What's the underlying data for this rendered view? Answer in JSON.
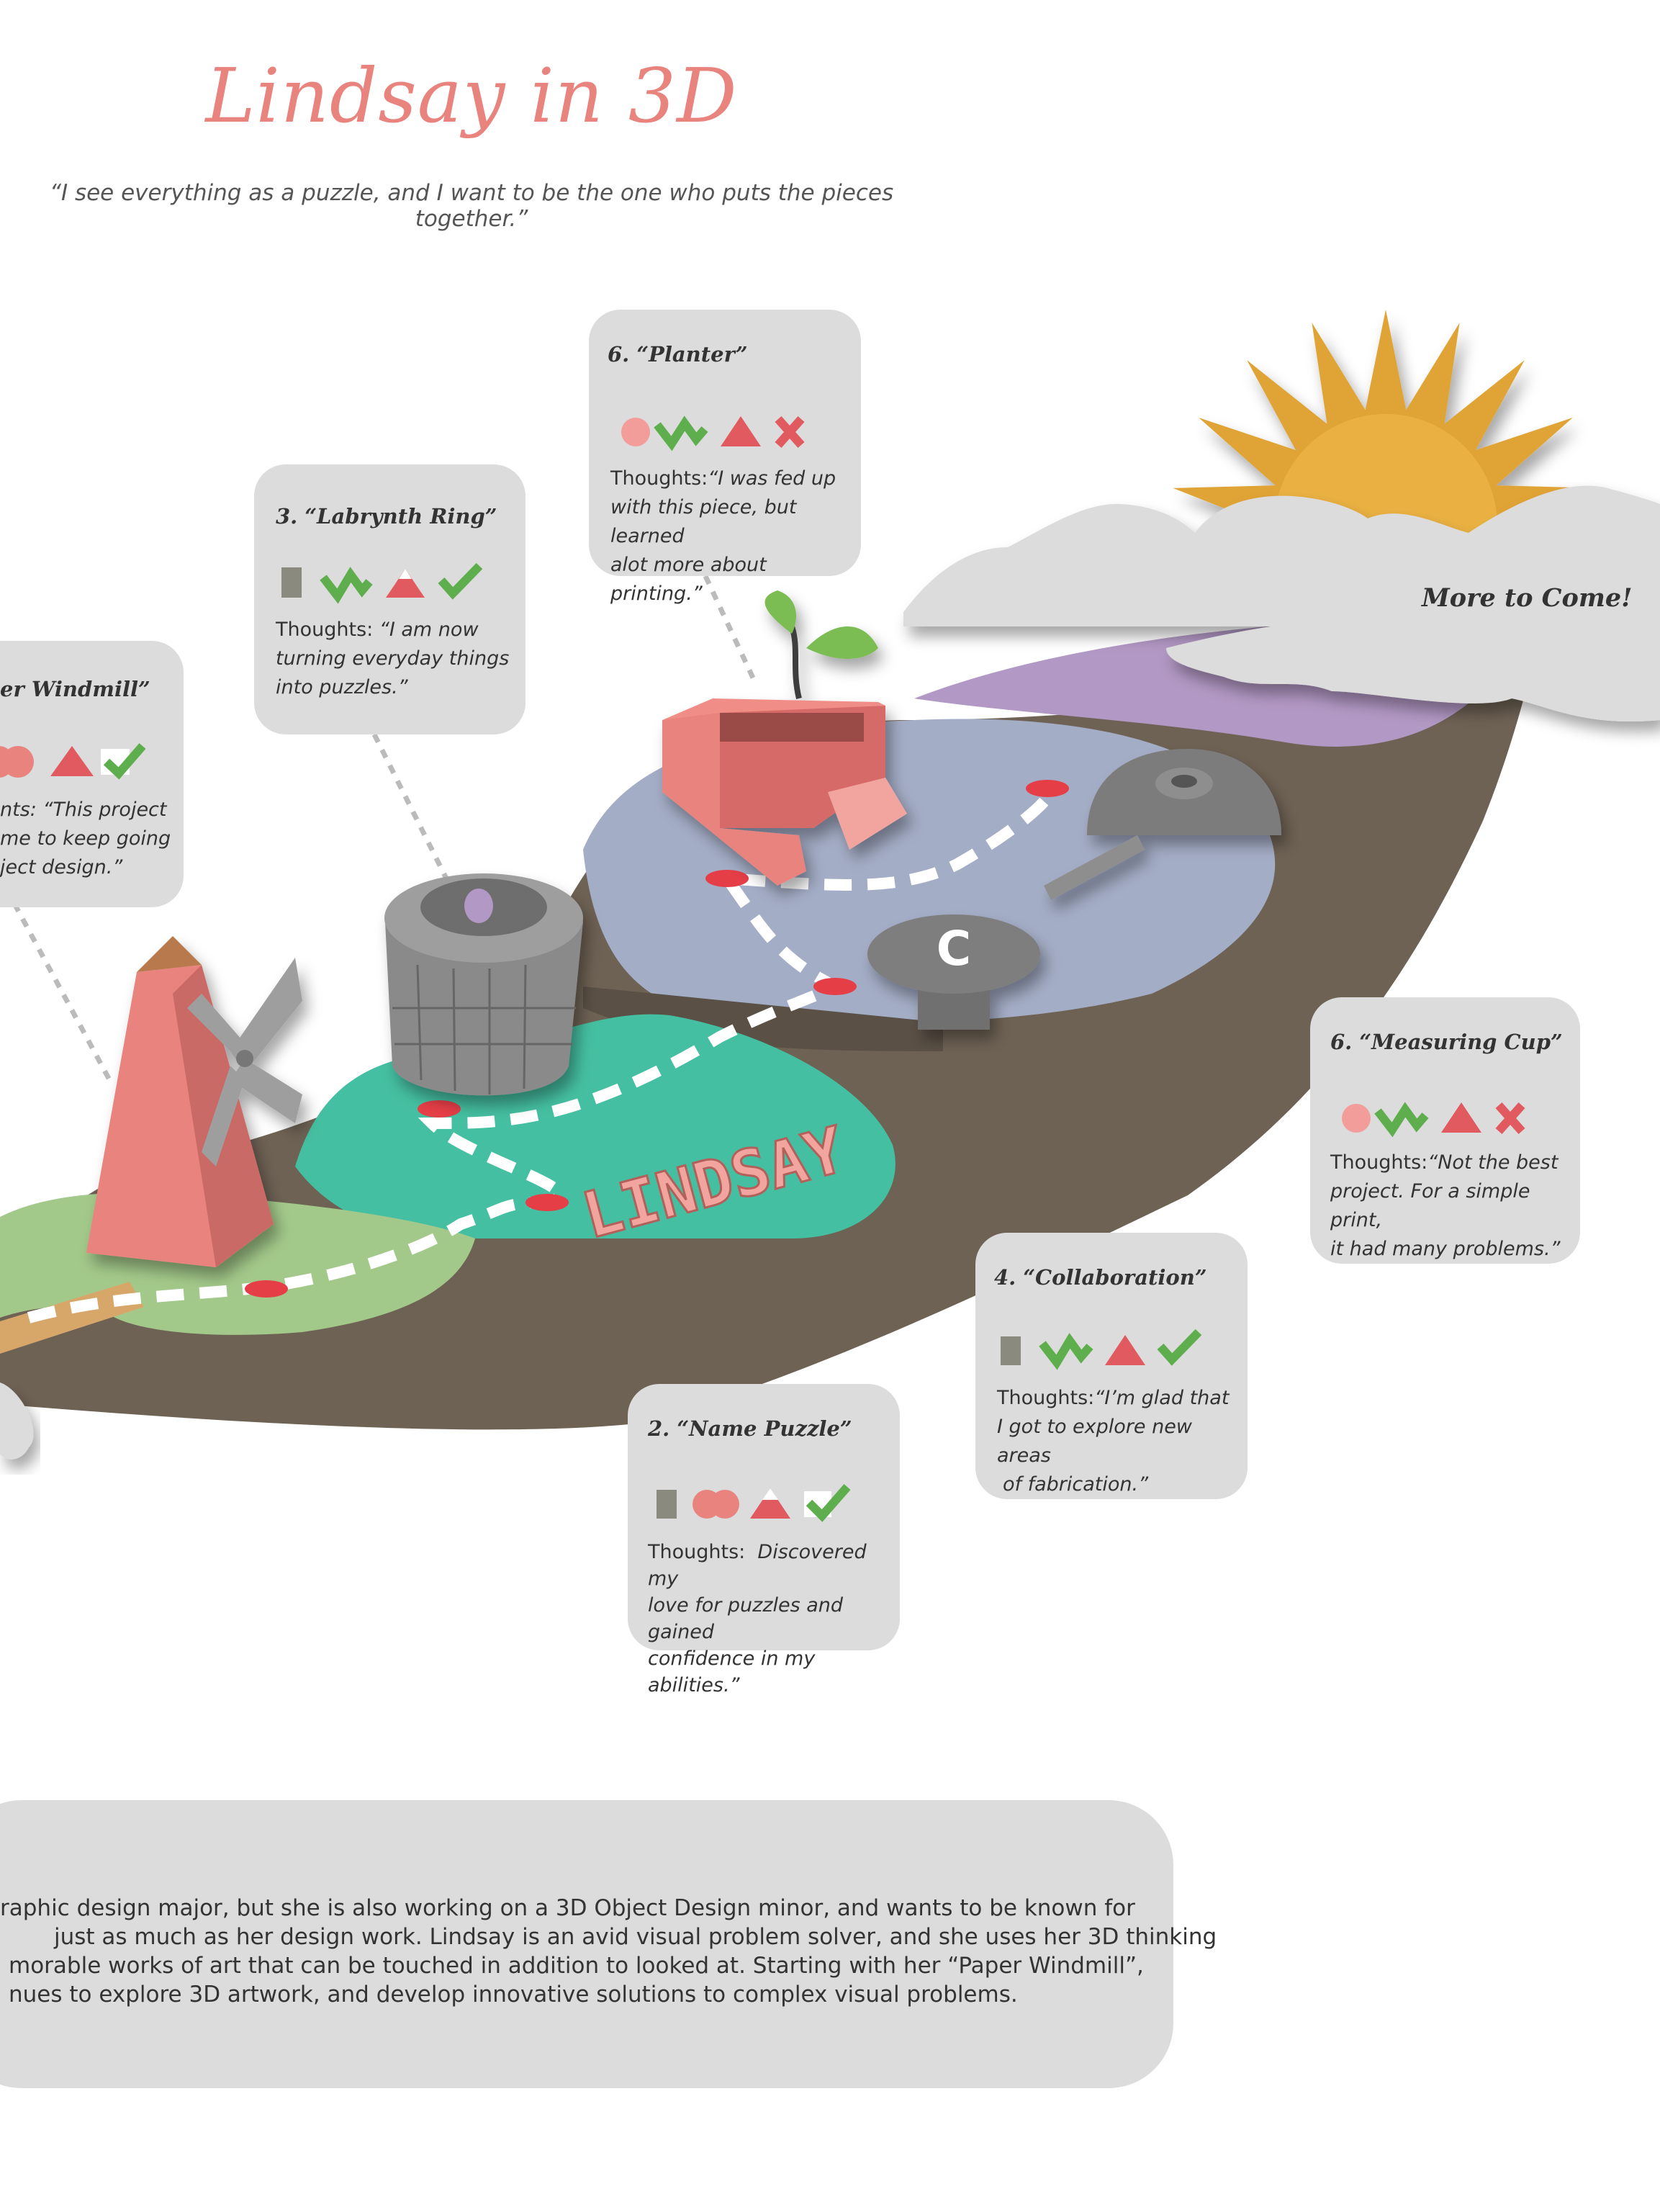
{
  "header": {
    "title": "Lindsay in 3D",
    "quote": "“I see everything as a puzzle, and I want to be the one who puts the pieces together.”"
  },
  "scene": {
    "sign_text": "LINDSAY",
    "more_text": "More to Come!",
    "colors": {
      "teal": "#45bfa1",
      "slate": "#a4adc6",
      "lavender": "#b298c4",
      "green": "#a3c98a",
      "ground": "#6e6254",
      "coral": "#e8837d",
      "sun": "#e0a335"
    }
  },
  "cards": [
    {
      "title": "er Windmill”",
      "label": "",
      "thoughts": [
        "nts: “This project",
        "me to keep going",
        "ject design.”"
      ],
      "icons": [
        "circle",
        "check-zigzag"
      ]
    },
    {
      "title": "3. “Labrynth Ring”",
      "label": "Thoughts:",
      "thoughts": [
        "“I am now",
        "turning everyday things",
        "into puzzles.”"
      ],
      "icons": [
        "square-gray",
        "zigzag",
        "triangle-half",
        "check"
      ]
    },
    {
      "title": "6. “Planter”",
      "label": "Thoughts:",
      "thoughts": [
        "“I was fed up",
        "with this piece, but learned",
        "alot more about printing.”"
      ],
      "icons": [
        "circle",
        "zigzag",
        "triangle",
        "x"
      ]
    },
    {
      "title": "6. “Measuring Cup”",
      "label": "Thoughts:",
      "thoughts": [
        "“Not the best",
        "project. For a simple print,",
        "it had many problems.”"
      ],
      "icons": [
        "circle",
        "zigzag",
        "triangle",
        "x"
      ]
    },
    {
      "title": "4. “Collaboration”",
      "label": "Thoughts:",
      "thoughts": [
        "“I’m glad that",
        "I got to explore new areas",
        "of fabrication.”"
      ],
      "icons": [
        "square-gray",
        "zigzag",
        "triangle",
        "check"
      ]
    },
    {
      "title": "2. “Name Puzzle”",
      "label": "Thoughts:",
      "thoughts": [
        "Discovered my",
        "love for puzzles and gained",
        "confidence in my abilities.”"
      ],
      "icons": [
        "square-gray",
        "double-circle",
        "triangle-half",
        "check"
      ]
    }
  ],
  "bio": {
    "lines": [
      "raphic design major, but she is also working on a 3D Object Design minor, and wants to be known for",
      "just as much as her design work. Lindsay is an avid visual problem solver, and she uses her 3D thinking",
      "morable works of art that can be touched in addition to looked at. Starting with her “Paper Windmill”,",
      "nues to explore 3D artwork, and develop innovative solutions to complex visual problems."
    ]
  }
}
